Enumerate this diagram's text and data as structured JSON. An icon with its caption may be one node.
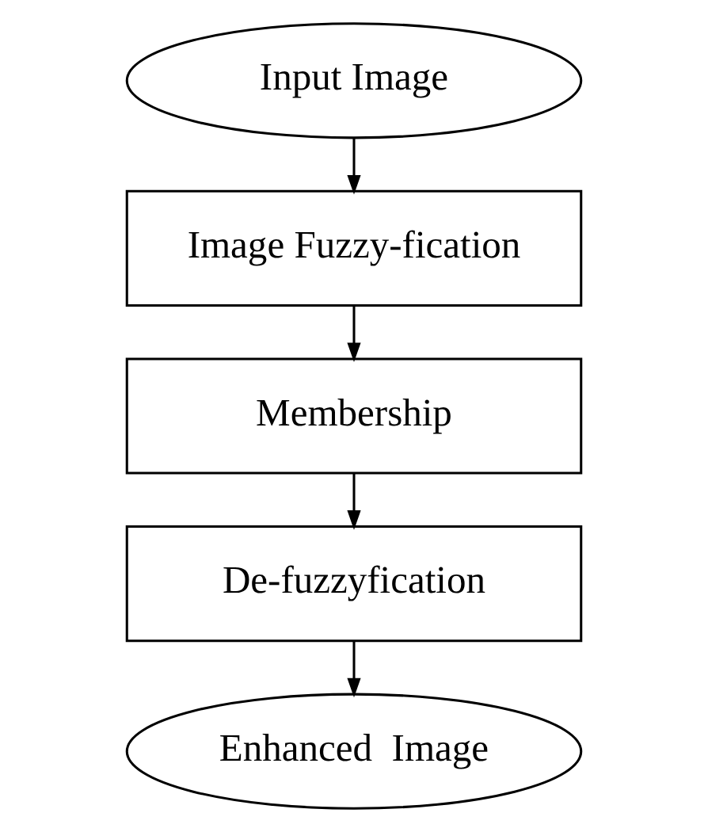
{
  "diagram": {
    "nodes": [
      {
        "text": [
          "Input Image"
        ]
      },
      {
        "text": [
          "Image Fuzzy-fication"
        ]
      },
      {
        "text": [
          "Membership"
        ]
      },
      {
        "text": [
          "De-fuzzyfication"
        ]
      },
      {
        "text": [
          "Enhanced  Image"
        ]
      }
    ],
    "edges": [
      {
        "from": 0,
        "to": 1,
        "arrow": "to"
      },
      {
        "from": 1,
        "to": 2,
        "arrow": "to"
      },
      {
        "from": 2,
        "to": 3,
        "arrow": "to"
      },
      {
        "from": 3,
        "to": 4,
        "arrow": "to"
      }
    ]
  }
}
